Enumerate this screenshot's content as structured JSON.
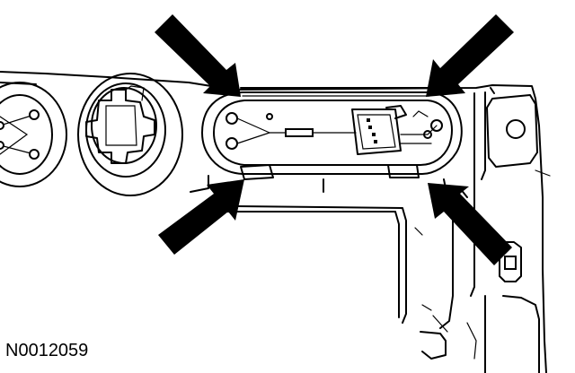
{
  "figure": {
    "reference_id": "N0012059"
  },
  "callout_arrows": [
    {
      "name": "upper-left-clip",
      "points_to": "upper-left-retaining-tab"
    },
    {
      "name": "upper-right-clip",
      "points_to": "upper-right-retaining-tab"
    },
    {
      "name": "lower-left-clip",
      "points_to": "lower-left-retaining-tab"
    },
    {
      "name": "lower-right-clip",
      "points_to": "lower-right-retaining-tab"
    }
  ]
}
